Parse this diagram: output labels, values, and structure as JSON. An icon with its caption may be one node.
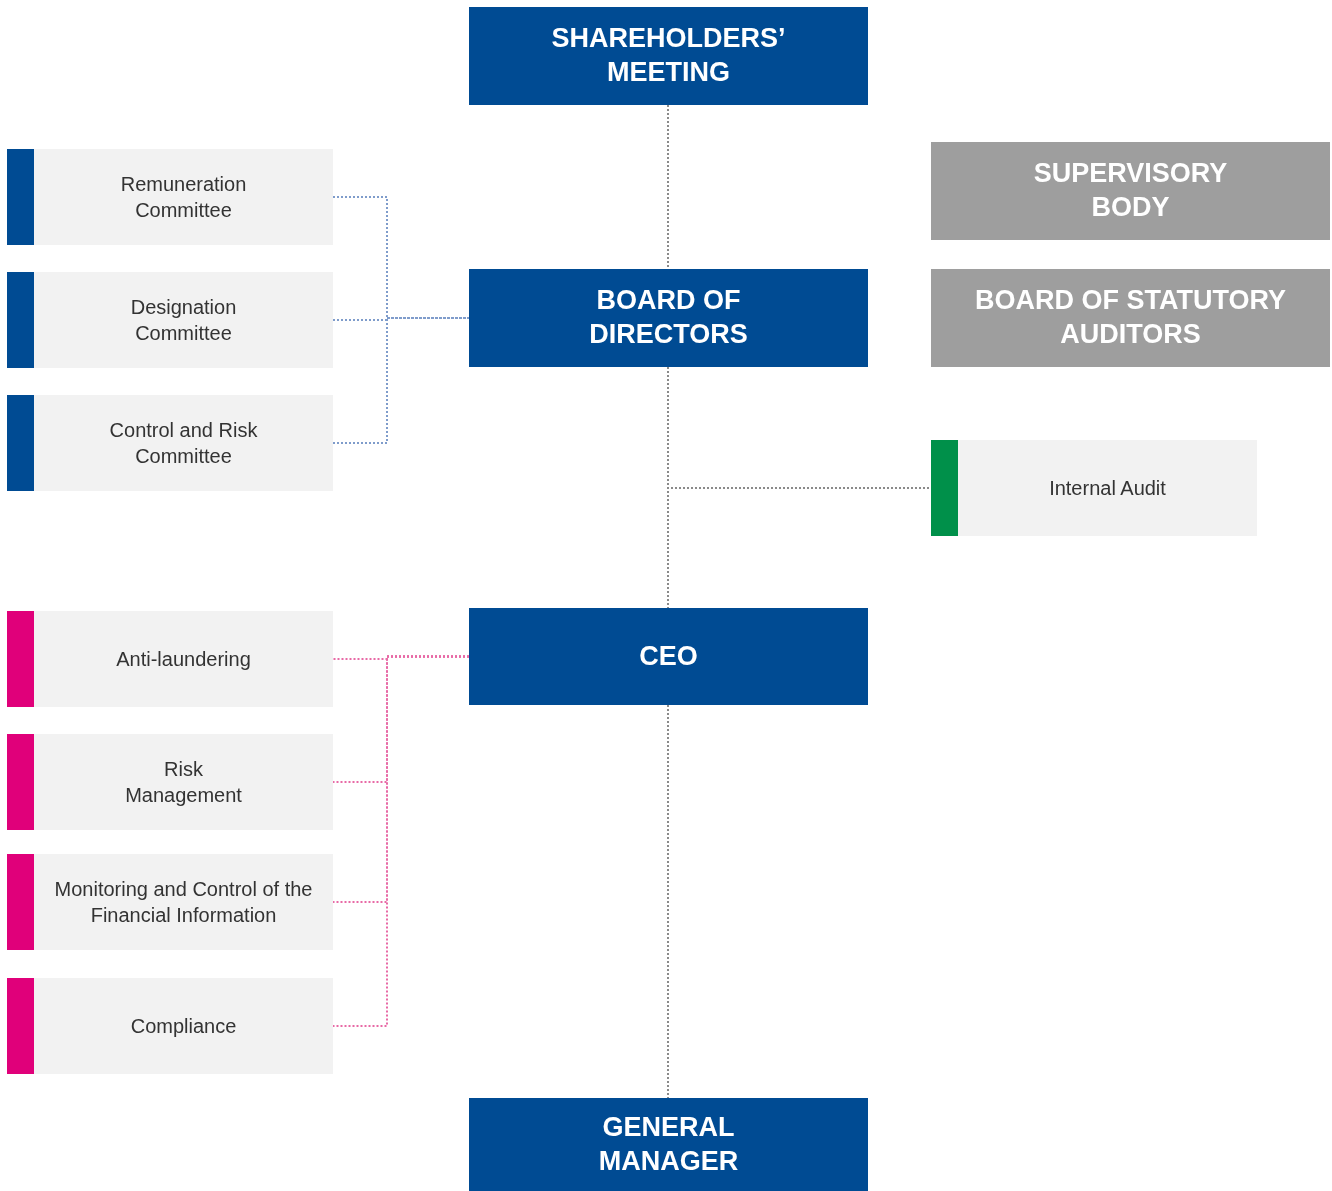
{
  "diagram": {
    "nodes": [
      {
        "text": [
          "SHAREHOLDERS’ MEETING"
        ]
      },
      {
        "text": [
          "SUPERVISORY BODY"
        ]
      },
      {
        "text": [
          "Remuneration Committee"
        ]
      },
      {
        "text": [
          "Designation Committee"
        ]
      },
      {
        "text": [
          "BOARD OF DIRECTORS"
        ]
      },
      {
        "text": [
          "BOARD OF STATUTORY AUDITORS"
        ]
      },
      {
        "text": [
          "Control and Risk Committee"
        ]
      },
      {
        "text": [
          "Internal Audit"
        ]
      },
      {
        "text": [
          "Anti-laundering"
        ]
      },
      {
        "text": [
          "CEO"
        ]
      },
      {
        "text": [
          "Risk Management"
        ]
      },
      {
        "text": [
          "Monitoring and Control of the Financial Information"
        ]
      },
      {
        "text": [
          "Compliance"
        ]
      },
      {
        "text": [
          "GENERAL MANAGER"
        ]
      }
    ],
    "edges": [
      {
        "from": 0,
        "to": 4,
        "arrow": "none",
        "style": "dashed"
      },
      {
        "from": 2,
        "to": 4,
        "arrow": "none",
        "style": "dashed",
        "color": "#7f9ccb"
      },
      {
        "from": 3,
        "to": 4,
        "arrow": "none",
        "style": "dashed",
        "color": "#7f9ccb"
      },
      {
        "from": 6,
        "to": 4,
        "arrow": "none",
        "style": "dashed",
        "color": "#7f9ccb"
      },
      {
        "from": 4,
        "to": 9,
        "arrow": "none",
        "style": "dashed"
      },
      {
        "from": 4,
        "to": 7,
        "arrow": "none",
        "style": "dashed"
      },
      {
        "from": 9,
        "to": 8,
        "arrow": "none",
        "style": "dashed",
        "color": "#e86aa6"
      },
      {
        "from": 9,
        "to": 10,
        "arrow": "none",
        "style": "dashed",
        "color": "#e86aa6"
      },
      {
        "from": 9,
        "to": 11,
        "arrow": "none",
        "style": "dashed",
        "color": "#e86aa6"
      },
      {
        "from": 9,
        "to": 12,
        "arrow": "none",
        "style": "dashed",
        "color": "#e86aa6"
      },
      {
        "from": 9,
        "to": 13,
        "arrow": "none",
        "style": "dashed"
      }
    ]
  }
}
